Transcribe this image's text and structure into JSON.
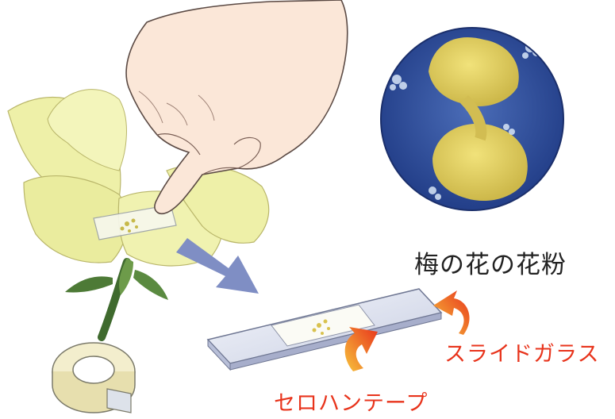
{
  "figure": {
    "labels": {
      "pollen_caption": "梅の花の花粉",
      "slide_glass": "スライドガラス",
      "cellophane_tape": "セロハンテープ"
    },
    "colors": {
      "label_red": "#e8341c",
      "caption_text": "#222222",
      "petal_yellow": "#eef0a8",
      "arrow_blue": "#7f8ec4",
      "callout_orange": "#f08a1c",
      "micro_background": "#2f4f9e",
      "pollen_yellow": "#e6d463"
    },
    "icons": [
      "hand-icon",
      "flower-icon",
      "tape-roll-icon",
      "slide-glass-icon",
      "pollen-micrograph-icon",
      "arrow-icon",
      "curved-arrow-icon"
    ]
  }
}
